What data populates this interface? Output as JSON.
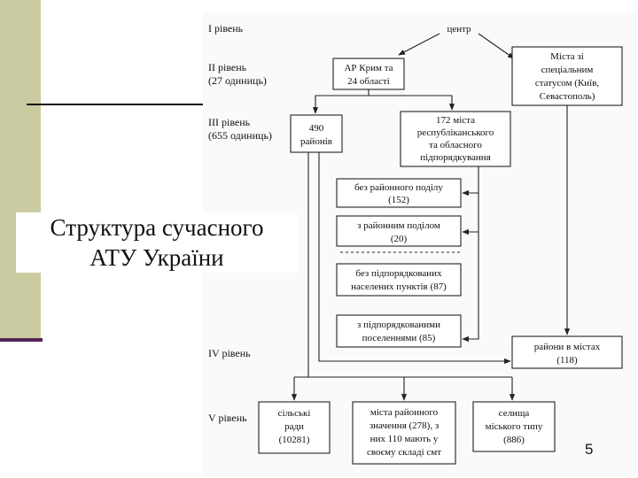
{
  "slide": {
    "title_line1": "Структура сучасного",
    "title_line2": "АТУ України",
    "page_number": "5"
  },
  "levels": {
    "l1": "I рівень",
    "l2_name": "II рівень",
    "l2_count": "(27 одиниць)",
    "l3_name": "III рівень",
    "l3_count": "(655 одиниць)",
    "l4": "IV рівень",
    "l5": "V рівень"
  },
  "nodes": {
    "center": "центр",
    "crimea": [
      "АР Крим та",
      "24 області"
    ],
    "special_cities": [
      "Міста зі",
      "спеціальним",
      "статусом (Київ,",
      "Севастополь)"
    ],
    "districts": [
      "490",
      "районів"
    ],
    "cities172": [
      "172 міста",
      "республіканського",
      "та обласного",
      "підпорядкування"
    ],
    "no_district_division": [
      "без районного поділу",
      "(152)"
    ],
    "with_district_division": [
      "з районним поділом",
      "(20)"
    ],
    "no_subordinate": [
      "без підпорядкованих",
      "населених пунктів (87)"
    ],
    "with_subordinate": [
      "з підпорядкованими",
      "поселеннями (85)"
    ],
    "city_districts": [
      "райони в містах",
      "(118)"
    ],
    "village_councils": [
      "сільські",
      "ради",
      "(10281)"
    ],
    "district_cities": [
      "міста районного",
      "значення (278), з",
      "них 110 мають у",
      "своєму складі смт"
    ],
    "urban_settlements": [
      "селища",
      "міського типу",
      "(886)"
    ]
  }
}
